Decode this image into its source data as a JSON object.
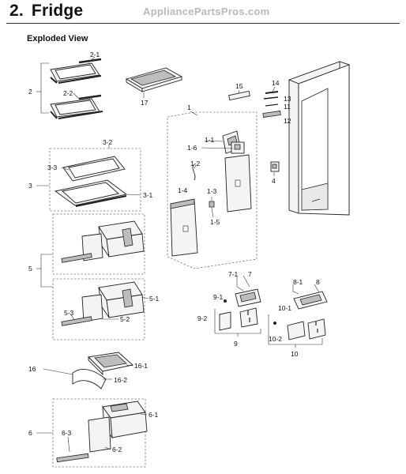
{
  "header": {
    "number": "2.",
    "title": "Fridge",
    "watermark": "AppliancePartsPros.com"
  },
  "subtitle": "Exploded View",
  "labels": {
    "p2": "2",
    "p2_1": "2-1",
    "p2_2": "2-2",
    "p17": "17",
    "p3": "3",
    "p3_1": "3-1",
    "p3_2": "3-2",
    "p3_3": "3-3",
    "p1": "1",
    "p1_1": "1-1",
    "p1_2": "1-2",
    "p1_3": "1-3",
    "p1_4": "1-4",
    "p1_5": "1-5",
    "p1_6": "1-6",
    "p15": "15",
    "p14": "14",
    "p13": "13",
    "p11": "11",
    "p12": "12",
    "p4": "4",
    "p5": "5",
    "p5_1": "5-1",
    "p5_2": "5-2",
    "p5_3": "5-3",
    "p7": "7",
    "p7_1": "7-1",
    "p8": "8",
    "p8_1": "8-1",
    "p9": "9",
    "p9_1": "9-1",
    "p9_2": "9-2",
    "p10": "10",
    "p10_1": "10-1",
    "p10_2": "10-2",
    "p16": "16",
    "p16_1": "16-1",
    "p16_2": "16-2",
    "p6": "6",
    "p6_1": "6-1",
    "p6_2": "6-2",
    "p6_3": "6-3"
  }
}
